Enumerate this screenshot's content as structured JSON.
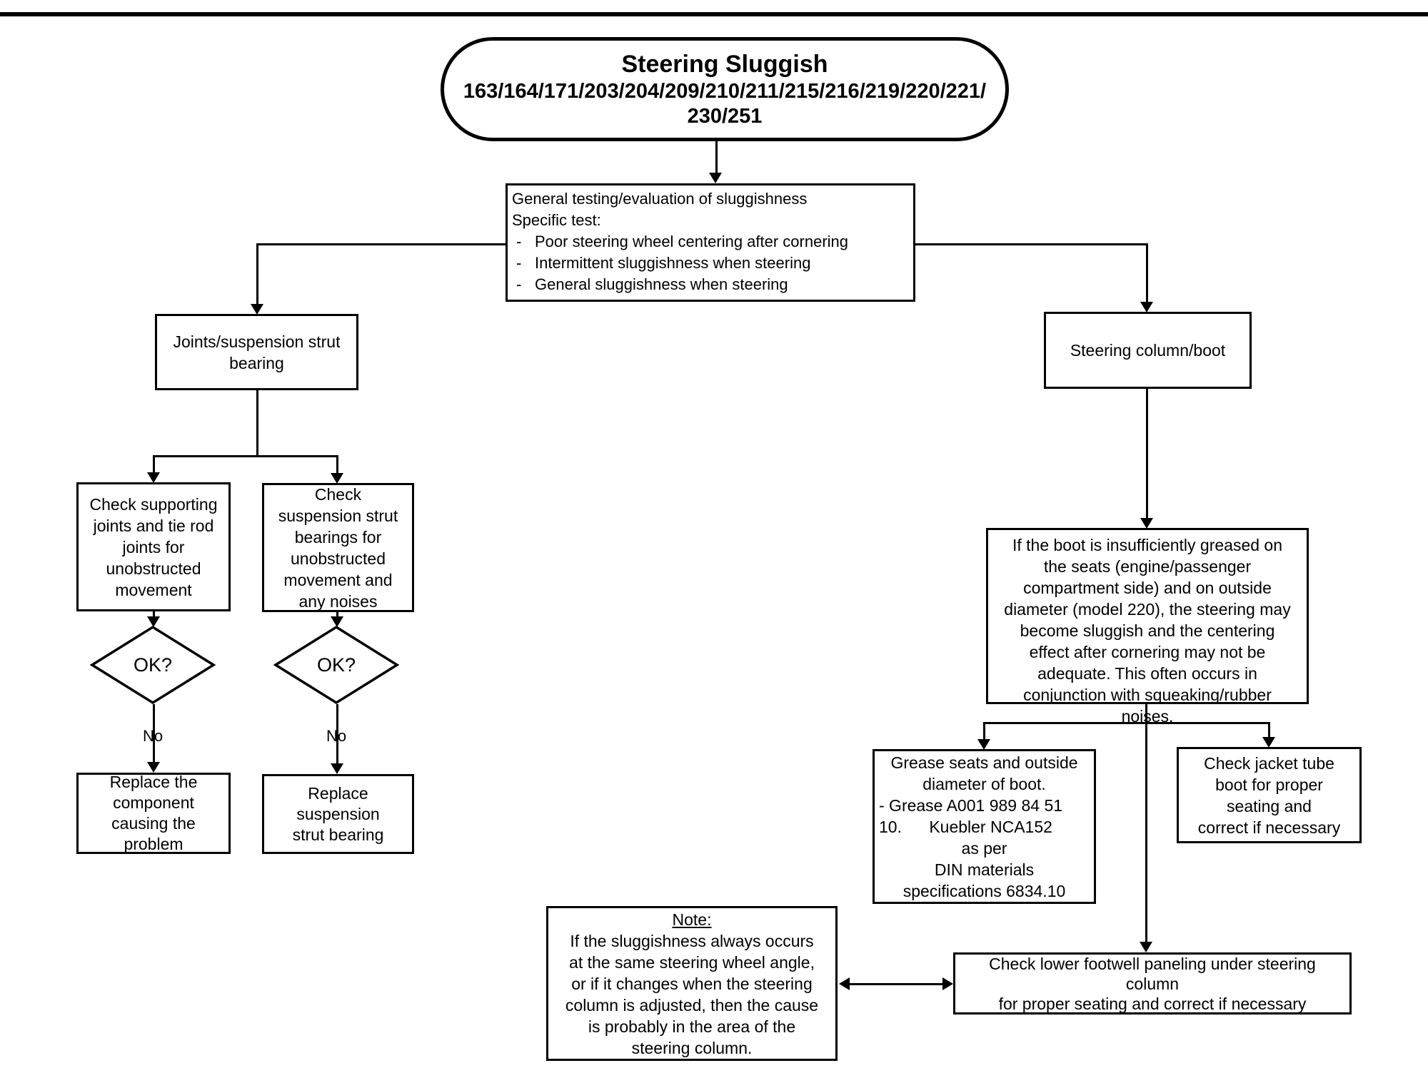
{
  "colors": {
    "ink": "#000000",
    "paper": "#ffffff"
  },
  "nodes": {
    "title": {
      "heading": "Steering Sluggish",
      "codes_line1": "163/164/171/203/204/209/210/211/215/216/219/220/221/",
      "codes_line2": "230/251"
    },
    "general": {
      "line1": "General testing/evaluation of sluggishness",
      "line2": "Specific test:",
      "dash": "-",
      "bullets": [
        "Poor steering wheel centering after cornering",
        "Intermittent sluggishness when steering",
        "General sluggishness when steering"
      ]
    },
    "joints": {
      "lines": [
        "Joints/suspension strut",
        "bearing"
      ]
    },
    "steering_column": {
      "label": "Steering column/boot"
    },
    "check_supporting": {
      "lines": [
        "Check supporting",
        "joints and tie rod",
        "joints for",
        "unobstructed",
        "movement"
      ]
    },
    "check_strut": {
      "lines": [
        "Check",
        "suspension strut",
        "bearings for",
        "unobstructed",
        "movement and",
        "any noises"
      ]
    },
    "ok_left": {
      "label": "OK?"
    },
    "ok_right": {
      "label": "OK?"
    },
    "no_left": {
      "label": "No"
    },
    "no_right": {
      "label": "No"
    },
    "replace_component": {
      "lines": [
        "Replace the",
        "component",
        "causing the",
        "problem"
      ]
    },
    "replace_strut": {
      "lines": [
        "Replace",
        "suspension",
        "strut bearing"
      ]
    },
    "boot_info": {
      "lines": [
        "If the boot is insufficiently greased on",
        "the seats (engine/passenger",
        "compartment side) and on outside",
        "diameter (model 220), the steering may",
        "become sluggish and the centering",
        "effect after cornering may not be",
        "adequate. This often occurs in",
        "conjunction with squeaking/rubber",
        "noises."
      ]
    },
    "grease": {
      "lines": [
        "Grease seats and outside",
        "diameter of boot.",
        "- Grease A001 989 84 51",
        "10.      Kuebler NCA152",
        "as per",
        "DIN materials",
        "specifications 6834.10"
      ]
    },
    "jacket": {
      "lines": [
        "Check jacket tube",
        "boot for proper",
        "seating and",
        "correct if necessary"
      ]
    },
    "note": {
      "heading": "Note:",
      "lines": [
        "If the sluggishness always occurs",
        "at the same steering wheel angle,",
        "or if it changes when the steering",
        "column is adjusted, then the cause",
        "is probably in the area of the",
        "steering column."
      ]
    },
    "footwell": {
      "lines": [
        "Check lower footwell paneling under steering",
        "column",
        "for proper seating and correct if necessary"
      ]
    }
  }
}
